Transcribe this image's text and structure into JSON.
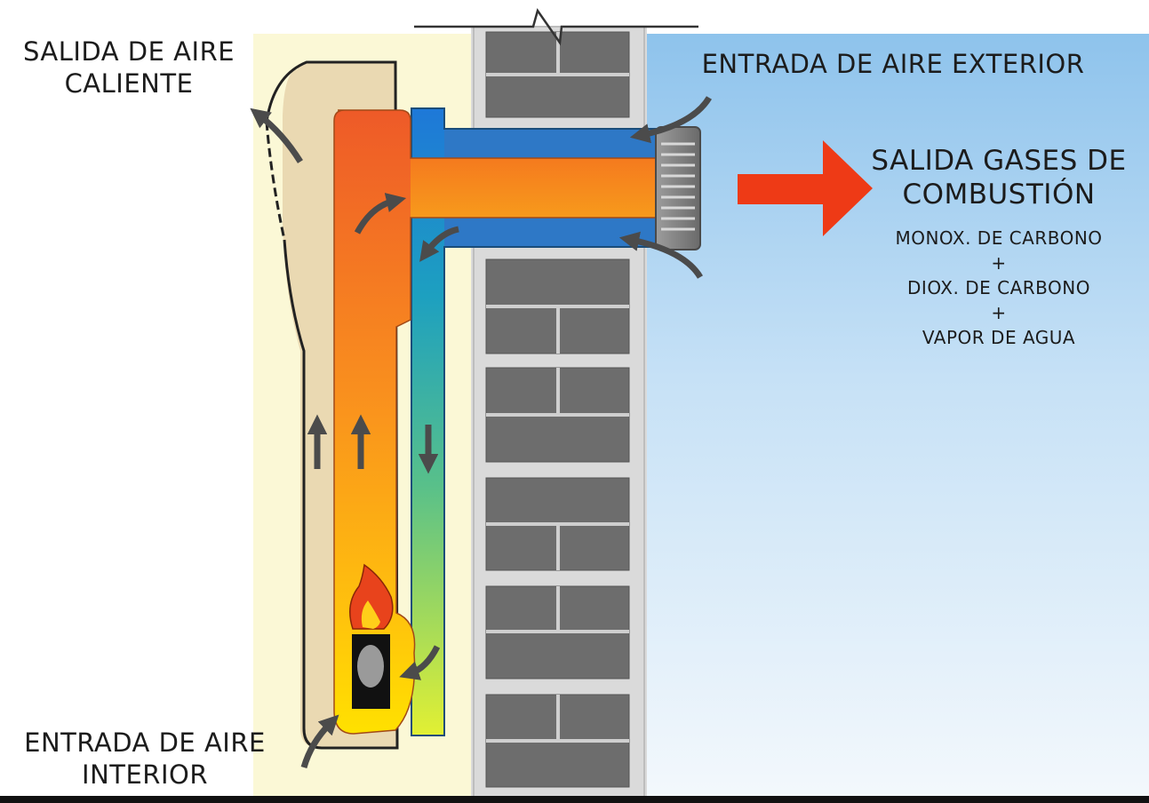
{
  "labels": {
    "hot_air_out": [
      "SALIDA DE AIRE",
      "CALIENTE"
    ],
    "outside_air_in": "ENTRADA DE AIRE EXTERIOR",
    "combustion_gases_out": [
      "SALIDA GASES DE",
      "COMBUSTIÓN"
    ],
    "gas_components": [
      "MONOX. DE CARBONO",
      "+",
      "DIOX. DE CARBONO",
      "+",
      "VAPOR DE AGUA"
    ],
    "inside_air_in": [
      "ENTRADA DE AIRE",
      "INTERIOR"
    ]
  },
  "colors": {
    "exterior_sky_top": "#8ec3ec",
    "exterior_sky_bottom": "#f3f8fc",
    "interior_wall": "#fbf8d6",
    "appliance_casing": "#ead9b2",
    "wall_mortar": "#dadada",
    "brick": "#6d6d6d",
    "hot_duct_top": "#ee5a28",
    "hot_duct_bottom": "#ffe100",
    "cold_duct_top": "#1e78d8",
    "cold_duct_bottom": "#e2f033",
    "exhaust_arrow": "#ee3a16",
    "flow_arrow": "#4b4b4b",
    "floor": "#111111"
  }
}
